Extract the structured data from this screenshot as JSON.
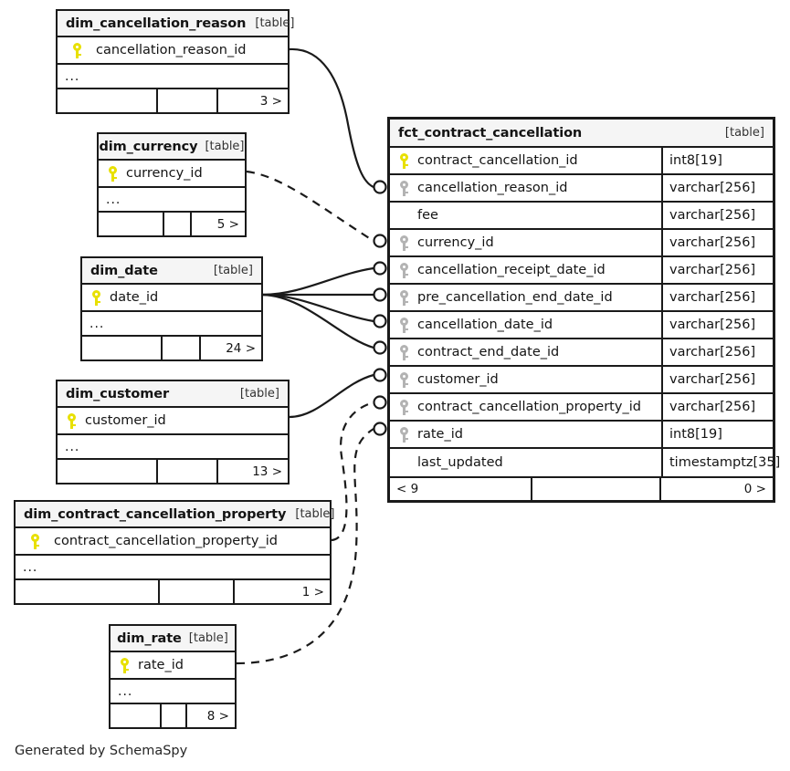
{
  "diagram": {
    "footer_note": "Generated by SchemaSpy",
    "table_tag": "[table]",
    "ellipsis": "...",
    "colors": {
      "primary_key": "#e8e000",
      "foreign_key": "#b3b3b3",
      "border": "#1a1a1a",
      "header_bg": "#f5f5f5",
      "background": "#ffffff"
    }
  },
  "main_table": {
    "name": "fct_contract_cancellation",
    "tag": "[table]",
    "columns": [
      {
        "key": "pk",
        "name": "contract_cancellation_id",
        "type": "int8[19]"
      },
      {
        "key": "fk",
        "name": "cancellation_reason_id",
        "type": "varchar[256]"
      },
      {
        "key": "",
        "name": "fee",
        "type": "varchar[256]"
      },
      {
        "key": "fk",
        "name": "currency_id",
        "type": "varchar[256]"
      },
      {
        "key": "fk",
        "name": "cancellation_receipt_date_id",
        "type": "varchar[256]"
      },
      {
        "key": "fk",
        "name": "pre_cancellation_end_date_id",
        "type": "varchar[256]"
      },
      {
        "key": "fk",
        "name": "cancellation_date_id",
        "type": "varchar[256]"
      },
      {
        "key": "fk",
        "name": "contract_end_date_id",
        "type": "varchar[256]"
      },
      {
        "key": "fk",
        "name": "customer_id",
        "type": "varchar[256]"
      },
      {
        "key": "fk",
        "name": "contract_cancellation_property_id",
        "type": "varchar[256]"
      },
      {
        "key": "fk",
        "name": "rate_id",
        "type": "int8[19]"
      },
      {
        "key": "",
        "name": "last_updated",
        "type": "timestamptz[35]"
      }
    ],
    "footer": {
      "left": "< 9",
      "middle": "",
      "right": "0 >"
    }
  },
  "dim_tables": [
    {
      "id": "dim_cancellation_reason",
      "name": "dim_cancellation_reason",
      "tag": "[table]",
      "pk_column": "cancellation_reason_id",
      "ellipsis": "...",
      "footer": {
        "left": "",
        "middle": "",
        "right": "3 >"
      }
    },
    {
      "id": "dim_currency",
      "name": "dim_currency",
      "tag": "[table]",
      "pk_column": "currency_id",
      "ellipsis": "...",
      "footer": {
        "left": "",
        "middle": "",
        "right": "5 >"
      }
    },
    {
      "id": "dim_date",
      "name": "dim_date",
      "tag": "[table]",
      "pk_column": "date_id",
      "ellipsis": "...",
      "footer": {
        "left": "",
        "middle": "",
        "right": "24 >"
      }
    },
    {
      "id": "dim_customer",
      "name": "dim_customer",
      "tag": "[table]",
      "pk_column": "customer_id",
      "ellipsis": "...",
      "footer": {
        "left": "",
        "middle": "",
        "right": "13 >"
      }
    },
    {
      "id": "dim_contract_cancellation_property",
      "name": "dim_contract_cancellation_property",
      "tag": "[table]",
      "pk_column": "contract_cancellation_property_id",
      "ellipsis": "...",
      "footer": {
        "left": "",
        "middle": "",
        "right": "1 >"
      }
    },
    {
      "id": "dim_rate",
      "name": "dim_rate",
      "tag": "[table]",
      "pk_column": "rate_id",
      "ellipsis": "...",
      "footer": {
        "left": "",
        "middle": "",
        "right": "8 >"
      }
    }
  ],
  "relationships": [
    {
      "from": "dim_cancellation_reason",
      "to_column": "cancellation_reason_id",
      "style": "solid"
    },
    {
      "from": "dim_currency",
      "to_column": "currency_id",
      "style": "dashed"
    },
    {
      "from": "dim_date",
      "to_column": "cancellation_receipt_date_id",
      "style": "solid"
    },
    {
      "from": "dim_date",
      "to_column": "pre_cancellation_end_date_id",
      "style": "solid"
    },
    {
      "from": "dim_date",
      "to_column": "cancellation_date_id",
      "style": "solid"
    },
    {
      "from": "dim_date",
      "to_column": "contract_end_date_id",
      "style": "solid"
    },
    {
      "from": "dim_customer",
      "to_column": "customer_id",
      "style": "solid"
    },
    {
      "from": "dim_contract_cancellation_property",
      "to_column": "contract_cancellation_property_id",
      "style": "dashed"
    },
    {
      "from": "dim_rate",
      "to_column": "rate_id",
      "style": "dashed"
    }
  ]
}
